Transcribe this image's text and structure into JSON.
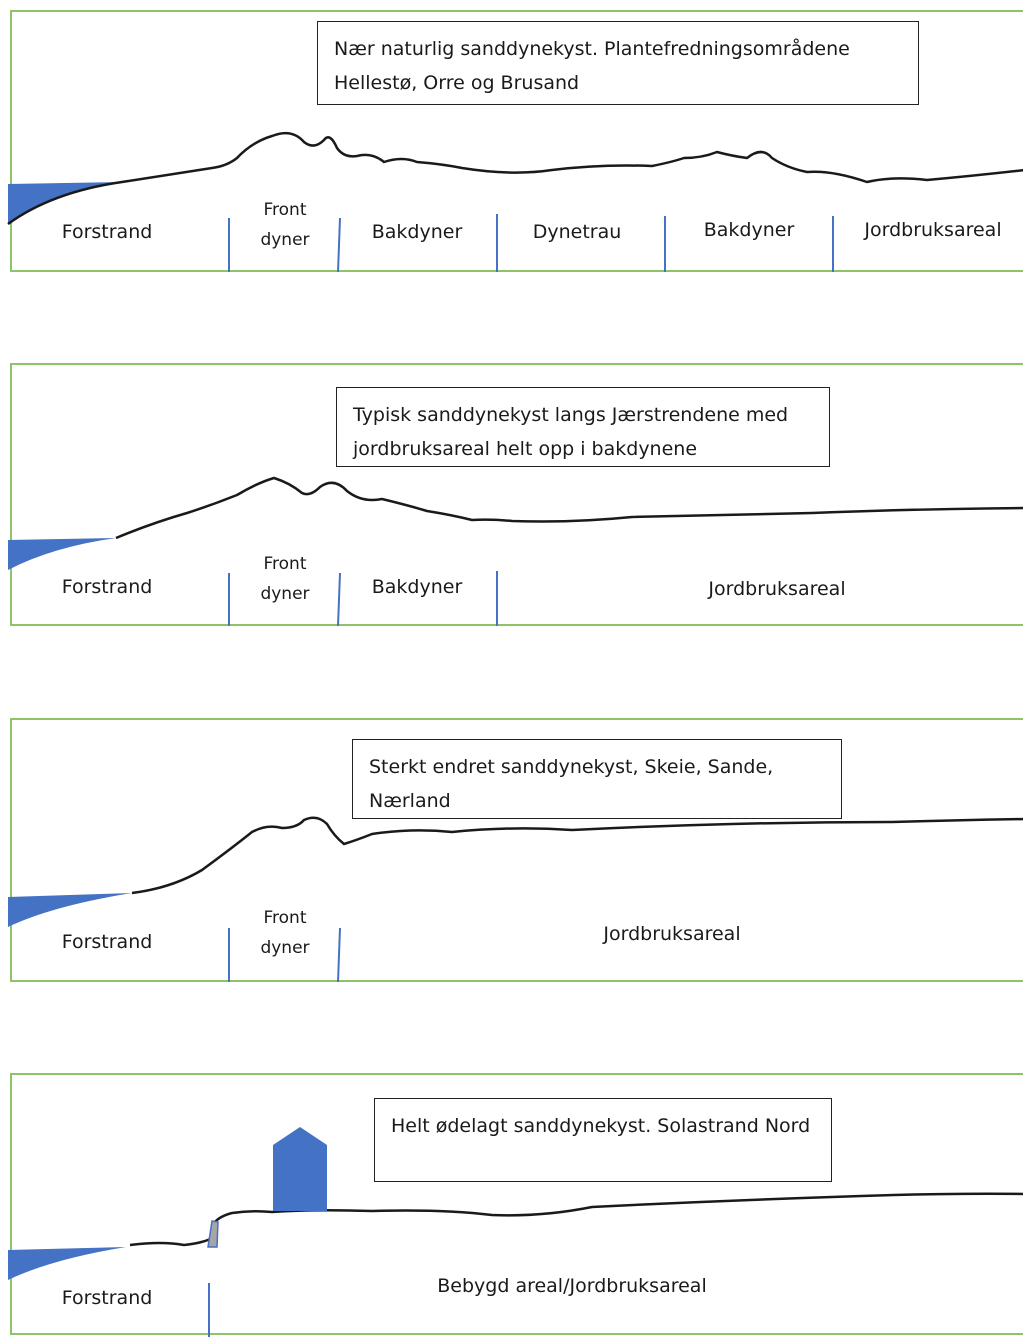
{
  "panels": [
    {
      "caption": "Nær naturlig sanddynekyst. Plantefredningsområdene Hellestø, Orre og Brusand",
      "zones": [
        "Forstrand",
        "Front dyner",
        "Bakdyner",
        "Dynetrau",
        "Bakdyner",
        "Jordbruksareal"
      ]
    },
    {
      "caption": "Typisk sanddynekyst langs Jærstrendene med jordbruksareal helt opp i bakdynene",
      "zones": [
        "Forstrand",
        "Front dyner",
        "Bakdyner",
        "Jordbruksareal"
      ]
    },
    {
      "caption": "Sterkt endret sanddynekyst, Skeie, Sande, Nærland",
      "zones": [
        "Forstrand",
        "Front dyner",
        "Jordbruksareal"
      ]
    },
    {
      "caption": "Helt ødelagt sanddynekyst. Solastrand Nord",
      "zones": [
        "Forstrand",
        "Bebygd areal/Jordbruksareal"
      ]
    }
  ],
  "colors": {
    "water": "#4472c4",
    "border": "#8cc46a",
    "divider": "#4472c4",
    "wall": "#a6a6a6"
  }
}
